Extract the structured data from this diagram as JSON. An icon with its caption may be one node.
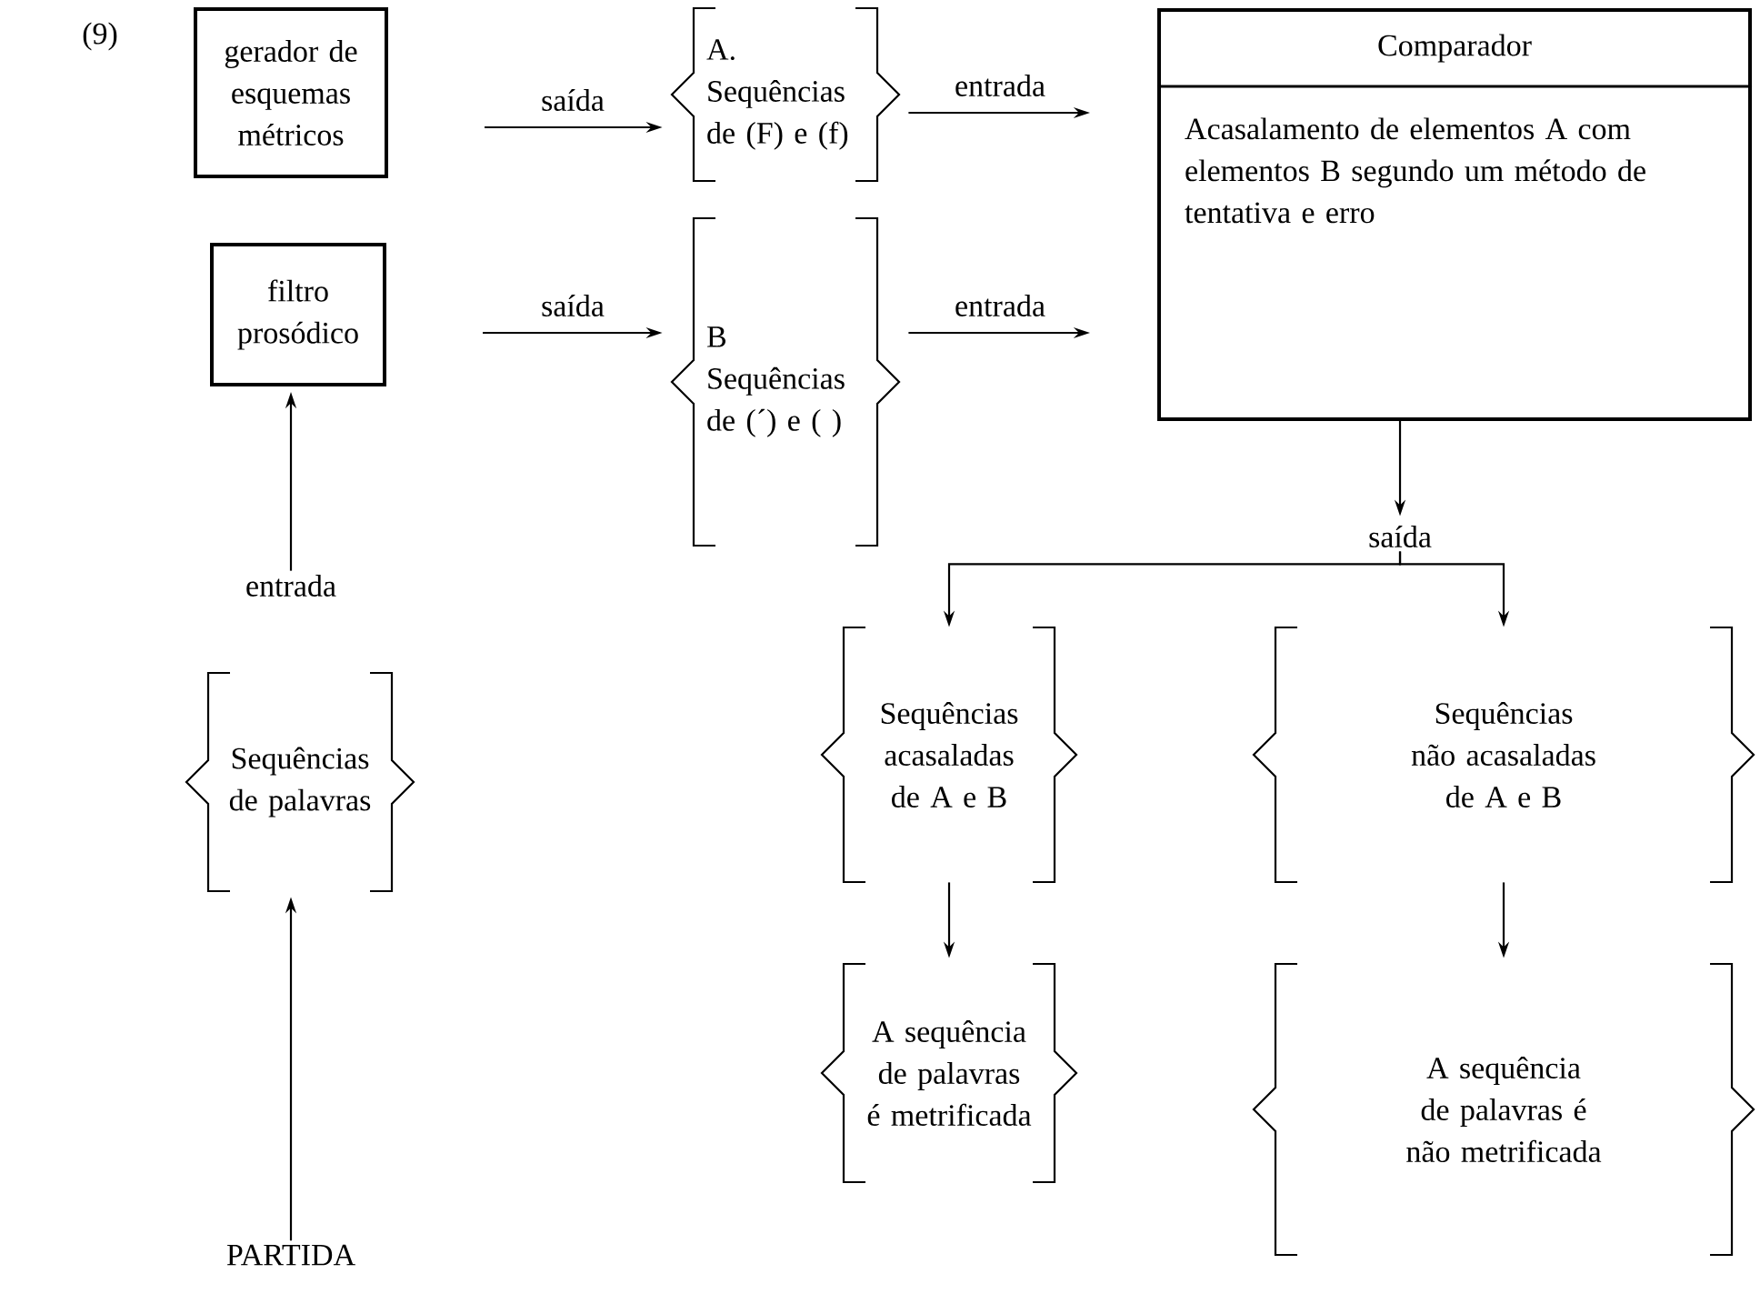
{
  "diagram": {
    "nodes": [
      {
        "text": [
          "gerador de esquemas métricos"
        ]
      },
      {
        "text": [
          "A. Sequências de (F) e (f)"
        ]
      },
      {
        "text": [
          "Comparador",
          "Acasalamento de elementos A com elementos B segundo um método de tentativa e erro"
        ]
      },
      {
        "text": [
          "filtro prosódico"
        ]
      },
      {
        "text": [
          "B Sequências de (´) e ( )"
        ]
      },
      {
        "text": [
          "entrada"
        ]
      },
      {
        "text": [
          "saída"
        ]
      },
      {
        "text": [
          "Sequências de palavras"
        ]
      },
      {
        "text": [
          "Sequências acasaladas de A e B"
        ]
      },
      {
        "text": [
          "Sequências não acasaladas de A e B"
        ]
      },
      {
        "text": [
          "A sequência de palavras é metrificada"
        ]
      },
      {
        "text": [
          "A sequência de palavras é não metrificada"
        ]
      },
      {
        "text": [
          "PARTIDA"
        ]
      }
    ],
    "edges": [
      {
        "from": 0,
        "to": 1,
        "arrow": "to",
        "label": "saída"
      },
      {
        "from": 1,
        "to": 2,
        "arrow": "to",
        "label": "entrada"
      },
      {
        "from": 3,
        "to": 4,
        "arrow": "to",
        "label": "saída"
      },
      {
        "from": 4,
        "to": 2,
        "arrow": "to",
        "label": "entrada"
      },
      {
        "from": 5,
        "to": 3,
        "arrow": "to"
      },
      {
        "from": 2,
        "to": 6,
        "arrow": "to"
      },
      {
        "from": 6,
        "to": 8,
        "arrow": "to"
      },
      {
        "from": 6,
        "to": 9,
        "arrow": "to"
      },
      {
        "from": 8,
        "to": 10,
        "arrow": "to"
      },
      {
        "from": 9,
        "to": 11,
        "arrow": "to"
      },
      {
        "from": 12,
        "to": 7,
        "arrow": "to"
      }
    ],
    "labels": [
      "(9)"
    ]
  }
}
